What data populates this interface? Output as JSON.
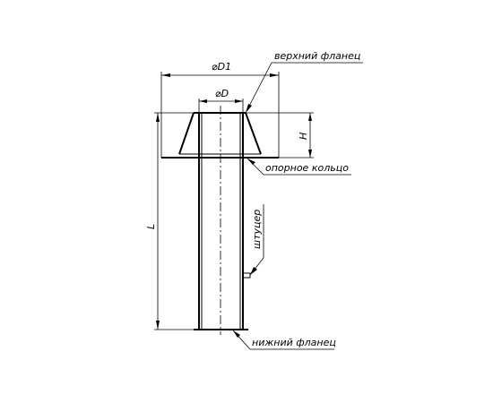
{
  "labels": {
    "d1": "⌀D1",
    "d": "⌀D",
    "h": "H",
    "l": "L",
    "upper_flange": "верхний фланец",
    "support_ring": "опорное кольцо",
    "fitting": "штуцер",
    "lower_flange": "нижний фланец"
  }
}
